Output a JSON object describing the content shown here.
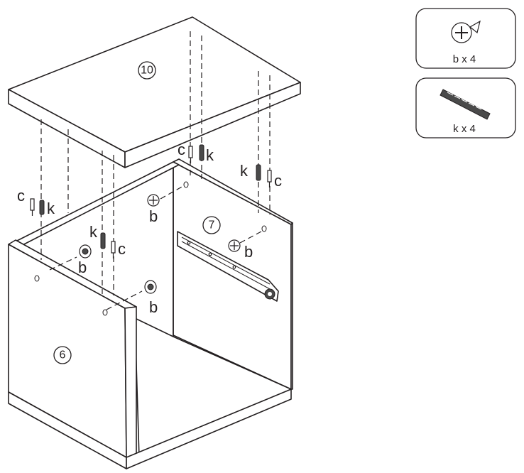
{
  "parts": {
    "top_panel": "10",
    "side_panel_left": "6",
    "side_panel_right": "7"
  },
  "hardware_labels": {
    "cam": "b",
    "dowel": "k",
    "cam_bolt": "c"
  },
  "legend": {
    "cam_qty": "b x 4",
    "dowel_qty": "k x 4",
    "cam_icon": "cam-lock-icon",
    "dowel_icon": "wood-dowel-icon"
  },
  "colors": {
    "line": "#231f20",
    "background": "#ffffff"
  }
}
